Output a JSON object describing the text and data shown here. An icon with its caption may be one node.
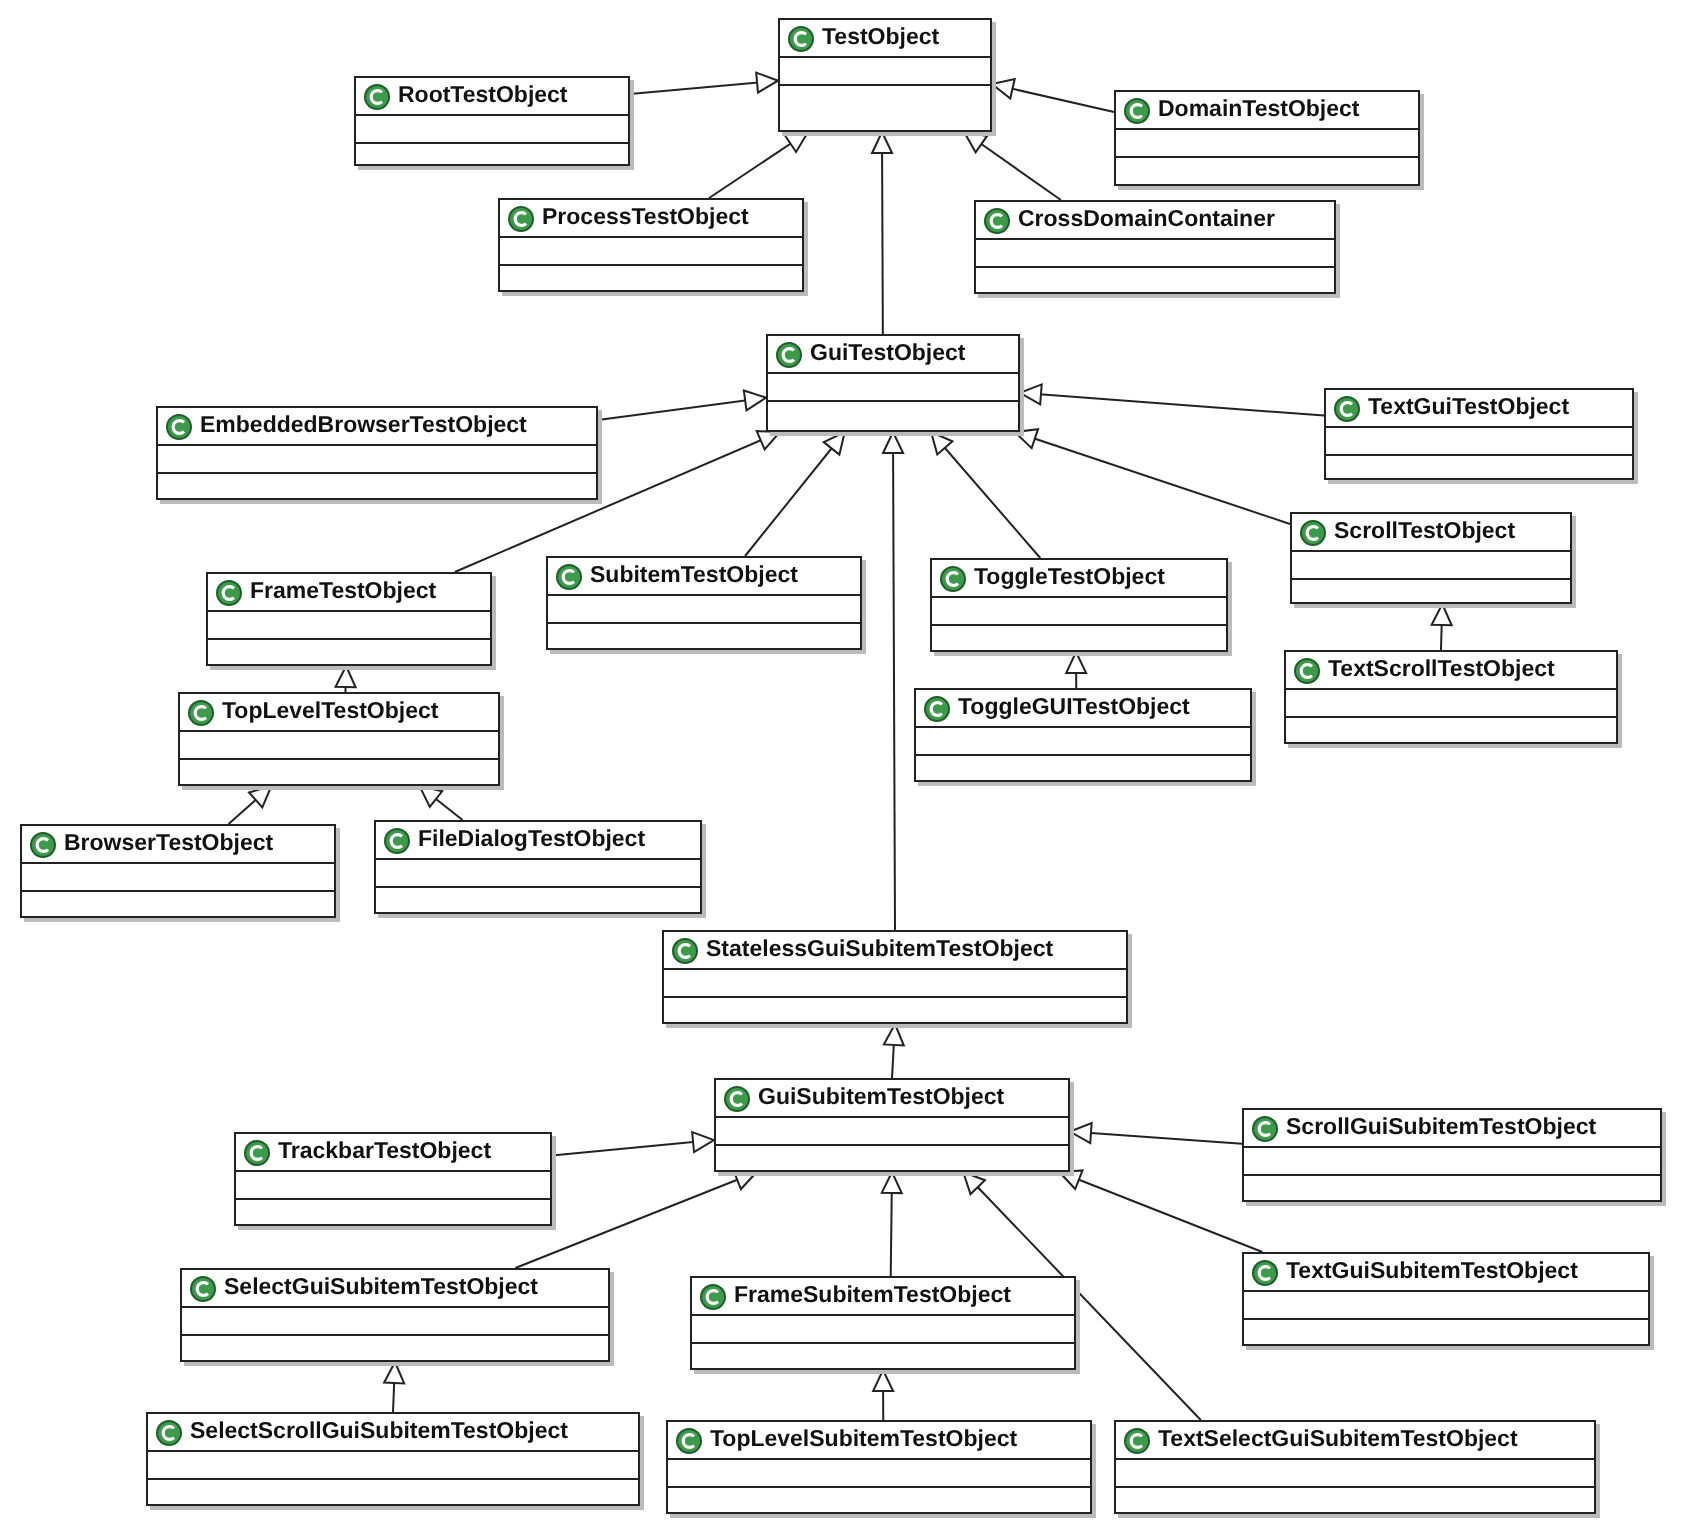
{
  "diagram": {
    "nodes": [
      {
        "text": [
          "TestObject"
        ]
      },
      {
        "text": [
          "RootTestObject"
        ]
      },
      {
        "text": [
          "DomainTestObject"
        ]
      },
      {
        "text": [
          "ProcessTestObject"
        ]
      },
      {
        "text": [
          "CrossDomainContainer"
        ]
      },
      {
        "text": [
          "GuiTestObject"
        ]
      },
      {
        "text": [
          "EmbeddedBrowserTestObject"
        ]
      },
      {
        "text": [
          "TextGuiTestObject"
        ]
      },
      {
        "text": [
          "FrameTestObject"
        ]
      },
      {
        "text": [
          "SubitemTestObject"
        ]
      },
      {
        "text": [
          "ToggleTestObject"
        ]
      },
      {
        "text": [
          "ScrollTestObject"
        ]
      },
      {
        "text": [
          "TextScrollTestObject"
        ]
      },
      {
        "text": [
          "TopLevelTestObject"
        ]
      },
      {
        "text": [
          "ToggleGUITestObject"
        ]
      },
      {
        "text": [
          "BrowserTestObject"
        ]
      },
      {
        "text": [
          "FileDialogTestObject"
        ]
      },
      {
        "text": [
          "StatelessGuiSubitemTestObject"
        ]
      },
      {
        "text": [
          "GuiSubitemTestObject"
        ]
      },
      {
        "text": [
          "TrackbarTestObject"
        ]
      },
      {
        "text": [
          "ScrollGuiSubitemTestObject"
        ]
      },
      {
        "text": [
          "SelectGuiSubitemTestObject"
        ]
      },
      {
        "text": [
          "FrameSubitemTestObject"
        ]
      },
      {
        "text": [
          "TextGuiSubitemTestObject"
        ]
      },
      {
        "text": [
          "SelectScrollGuiSubitemTestObject"
        ]
      },
      {
        "text": [
          "TopLevelSubitemTestObject"
        ]
      },
      {
        "text": [
          "TextSelectGuiSubitemTestObject"
        ]
      }
    ],
    "edges": [
      {
        "from": 1,
        "to": 0,
        "arrow": "to"
      },
      {
        "from": 2,
        "to": 0,
        "arrow": "to"
      },
      {
        "from": 3,
        "to": 0,
        "arrow": "to"
      },
      {
        "from": 4,
        "to": 0,
        "arrow": "to"
      },
      {
        "from": 5,
        "to": 0,
        "arrow": "to"
      },
      {
        "from": 6,
        "to": 5,
        "arrow": "to"
      },
      {
        "from": 7,
        "to": 5,
        "arrow": "to"
      },
      {
        "from": 8,
        "to": 5,
        "arrow": "to"
      },
      {
        "from": 9,
        "to": 5,
        "arrow": "to"
      },
      {
        "from": 10,
        "to": 5,
        "arrow": "to"
      },
      {
        "from": 11,
        "to": 5,
        "arrow": "to"
      },
      {
        "from": 17,
        "to": 5,
        "arrow": "to"
      },
      {
        "from": 12,
        "to": 11,
        "arrow": "to"
      },
      {
        "from": 13,
        "to": 8,
        "arrow": "to"
      },
      {
        "from": 14,
        "to": 10,
        "arrow": "to"
      },
      {
        "from": 15,
        "to": 13,
        "arrow": "to"
      },
      {
        "from": 16,
        "to": 13,
        "arrow": "to"
      },
      {
        "from": 18,
        "to": 17,
        "arrow": "to"
      },
      {
        "from": 19,
        "to": 18,
        "arrow": "to"
      },
      {
        "from": 20,
        "to": 18,
        "arrow": "to"
      },
      {
        "from": 21,
        "to": 18,
        "arrow": "to"
      },
      {
        "from": 22,
        "to": 18,
        "arrow": "to"
      },
      {
        "from": 23,
        "to": 18,
        "arrow": "to"
      },
      {
        "from": 26,
        "to": 18,
        "arrow": "to"
      },
      {
        "from": 24,
        "to": 21,
        "arrow": "to"
      },
      {
        "from": 25,
        "to": 22,
        "arrow": "to"
      }
    ]
  }
}
